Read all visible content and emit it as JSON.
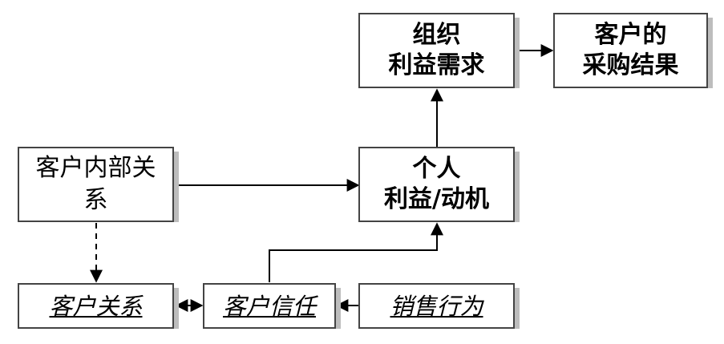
{
  "nodes": {
    "org_need": {
      "line1": "组织",
      "line2": "利益需求"
    },
    "purchase_result": {
      "line1": "客户的",
      "line2": "采购结果"
    },
    "internal_relations": {
      "line1": "客户内部关",
      "line2": "系"
    },
    "personal_motive": {
      "line1": "个人",
      "line2": "利益/动机"
    },
    "customer_relationship": {
      "label": "客户关系"
    },
    "customer_trust": {
      "label": "客户信任"
    },
    "sales_behavior": {
      "label": "销售行为"
    }
  },
  "colors": {
    "border": "#444444",
    "line": "#000000"
  }
}
